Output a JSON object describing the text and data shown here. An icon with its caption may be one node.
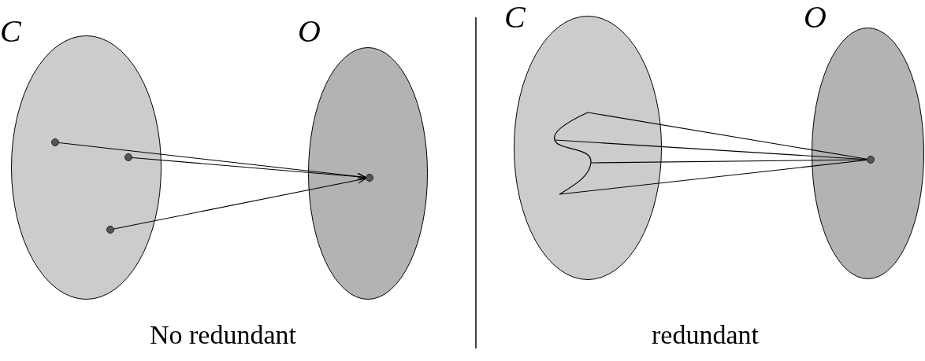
{
  "diagram": {
    "nodes": [
      {
        "text": [
          "C"
        ]
      },
      {
        "text": [],
        "shape": "circle",
        "in": 0
      },
      {
        "text": [],
        "shape": "circle",
        "in": 0
      },
      {
        "text": [],
        "shape": "circle",
        "in": 0
      },
      {
        "text": [
          "O"
        ]
      },
      {
        "text": [],
        "shape": "circle",
        "in": 4
      },
      {
        "text": [
          "C"
        ]
      },
      {
        "text": [],
        "shape": "curve",
        "in": 6
      },
      {
        "text": [
          "O"
        ]
      },
      {
        "text": [],
        "shape": "circle",
        "in": 8
      }
    ],
    "edges": [
      {
        "from": 1,
        "to": 5,
        "arrow": "to"
      },
      {
        "from": 2,
        "to": 5,
        "arrow": "to"
      },
      {
        "from": 3,
        "to": 5,
        "arrow": "to"
      },
      {
        "from": 7,
        "to": 9,
        "arrow": "none"
      },
      {
        "from": 7,
        "to": 9,
        "arrow": "none"
      },
      {
        "from": 7,
        "to": 9,
        "arrow": "none"
      },
      {
        "from": 7,
        "to": 9,
        "arrow": "none"
      }
    ],
    "labels": [
      "No redundant",
      "redundant"
    ]
  }
}
